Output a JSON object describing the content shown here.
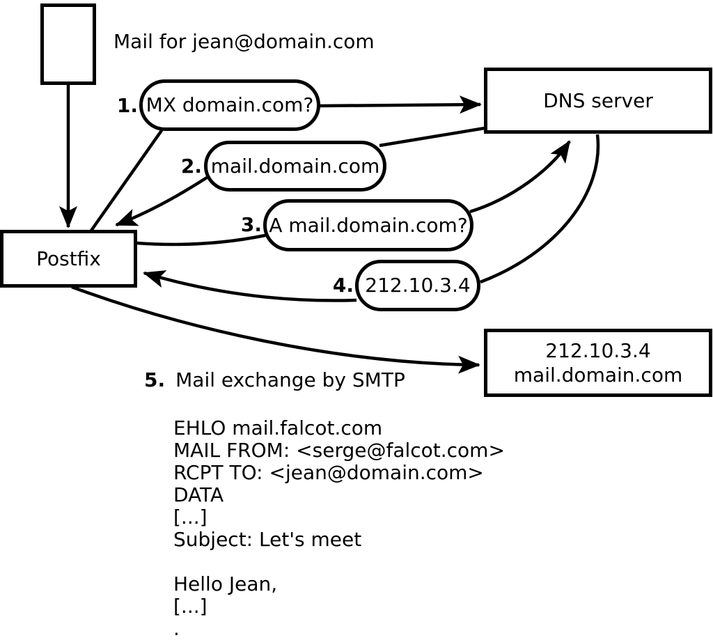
{
  "labels": {
    "mail_for": "Mail for jean@domain.com"
  },
  "nodes": {
    "envelope": "",
    "postfix": "Postfix",
    "dns_server": "DNS server",
    "mail_server": {
      "line1": "212.10.3.4",
      "line2": "mail.domain.com"
    }
  },
  "steps": {
    "mx_query": {
      "num": "1.",
      "label": "MX domain.com?"
    },
    "mx_answer": {
      "num": "2.",
      "label": "mail.domain.com"
    },
    "a_query": {
      "num": "3.",
      "label": "A mail.domain.com?"
    },
    "a_answer": {
      "num": "4.",
      "label": "212.10.3.4"
    },
    "smtp": {
      "num": "5.",
      "label": "Mail exchange by SMTP"
    }
  },
  "smtp_session": {
    "lines": [
      "EHLO mail.falcot.com",
      "MAIL FROM: <serge@falcot.com>",
      "RCPT TO: <jean@domain.com>",
      "DATA",
      "[...]",
      "Subject: Let's meet",
      "",
      "Hello Jean,",
      "[...]",
      "."
    ]
  },
  "colors": {
    "stroke": "#000000",
    "background": "#ffffff"
  }
}
